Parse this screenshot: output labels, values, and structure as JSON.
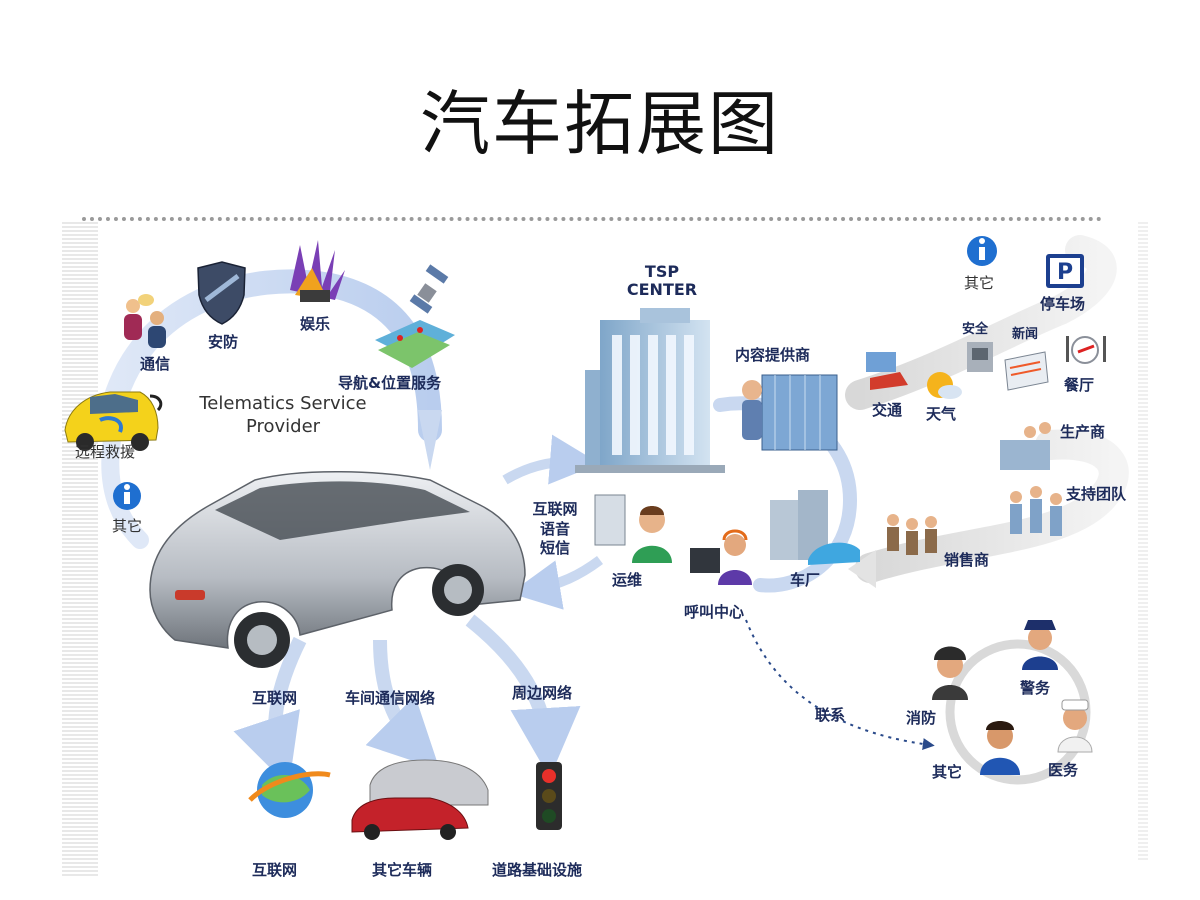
{
  "title": "汽车拓展图",
  "tsp": {
    "provider_line1": "Telematics Service",
    "provider_line2": "Provider",
    "center_line1": "TSP",
    "center_line2": "CENTER"
  },
  "services": {
    "tongxin": "通信",
    "anfang": "安防",
    "yule": "娱乐",
    "daohang": "导航&位置服务",
    "yuancheng": "远程救援",
    "qita": "其它"
  },
  "car_links": {
    "internet_voice_sms": [
      "互联网",
      "语音",
      "短信"
    ],
    "net1": "互联网",
    "net2": "车间通信网络",
    "net3": "周边网络"
  },
  "bottom_targets": {
    "internet": "互联网",
    "other_vehicles": "其它车辆",
    "road_infra": "道路基础设施"
  },
  "center_nodes": {
    "yunwei": "运维",
    "hujiao": "呼叫中心",
    "chechang": "车厂",
    "neirong": "内容提供商"
  },
  "content": {
    "qita": "其它",
    "tingche": "停车场",
    "anquan": "安全",
    "xinwen": "新闻",
    "canting": "餐厅",
    "jiaotong": "交通",
    "tianqi": "天气"
  },
  "industry": {
    "shengchan": "生产商",
    "zhichi": "支持团队",
    "xiaoshou": "销售商"
  },
  "emergency": {
    "lianxi": "联系",
    "xiaofang": "消防",
    "jingwu": "警务",
    "qita": "其它",
    "yiwu": "医务"
  },
  "icons": {
    "info": "info-icon",
    "parking": "P",
    "shield": "shield-icon"
  },
  "colors": {
    "arc": "#c9d8f0",
    "label": "#1d2b5a",
    "info_blue": "#1f6fd0"
  }
}
